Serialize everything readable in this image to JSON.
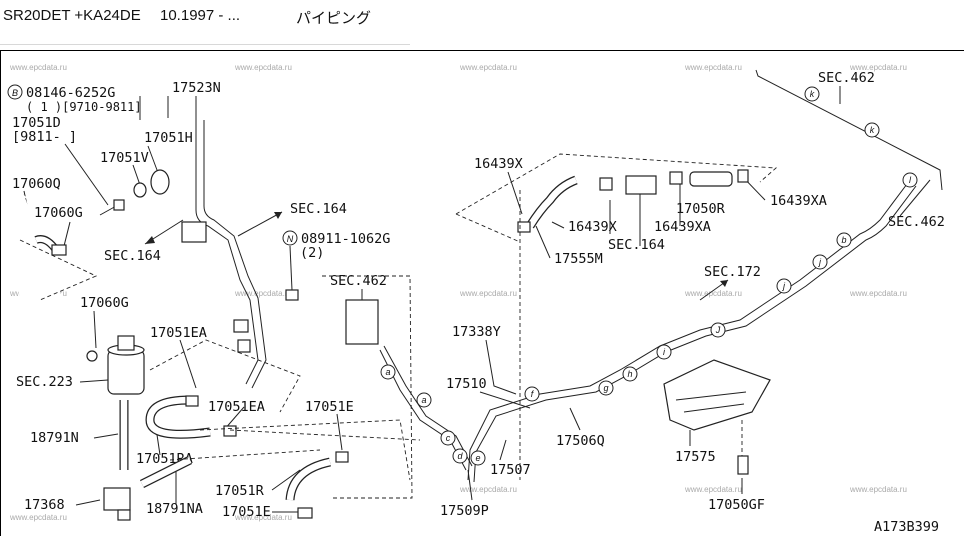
{
  "header": {
    "engine": "SR20DET +KA24DE",
    "date": "10.1997 - ...",
    "section": "パイピング"
  },
  "watermark": "www.epcdata.ru",
  "parts": {
    "p1_bolt": "08146-6252G",
    "p1_qty": "( 1 )[9710-9811]",
    "p17523N": "17523N",
    "p17051D": "17051D",
    "p17051D_range": "[9811-     ]",
    "p17051H": "17051H",
    "p17051V": "17051V",
    "p17060Q": "17060Q",
    "p17060G_a": "17060G",
    "p17060G_b": "17060G",
    "sec164_a": "SEC.164",
    "sec164_b": "SEC.164",
    "sec164_c": "SEC.164",
    "nut": "08911-1062G",
    "nut_qty": "(2)",
    "p17051EA_a": "17051EA",
    "p17051EA_b": "17051EA",
    "sec223": "SEC.223",
    "p18791N": "18791N",
    "p17051RA": "17051RA",
    "p17368": "17368",
    "p18791NA": "18791NA",
    "p17051R": "17051R",
    "p17051E_a": "17051E",
    "p17051E_b": "17051E",
    "sec462_a": "SEC.462",
    "sec462_b": "SEC.462",
    "sec462_c": "SEC.462",
    "p16439X_a": "16439X",
    "p16439X_b": "16439X",
    "p16439XA_a": "16439XA",
    "p16439XA_b": "16439XA",
    "p17050R": "17050R",
    "p17555M": "17555M",
    "sec172": "SEC.172",
    "p17338Y": "17338Y",
    "p17510": "17510",
    "p17506Q": "17506Q",
    "p17507": "17507",
    "p17509P": "17509P",
    "p17575": "17575",
    "p17050GF": "17050GF",
    "diagram_id": "A173B399"
  },
  "markers": {
    "B": "B",
    "N": "N",
    "k1": "k",
    "k2": "k",
    "l": "l",
    "b": "b",
    "j1": "j",
    "j2": "j",
    "J": "J",
    "i": "i",
    "h": "h",
    "g": "g",
    "f": "f",
    "a": "a",
    "c": "c",
    "d": "d",
    "e": "e"
  }
}
